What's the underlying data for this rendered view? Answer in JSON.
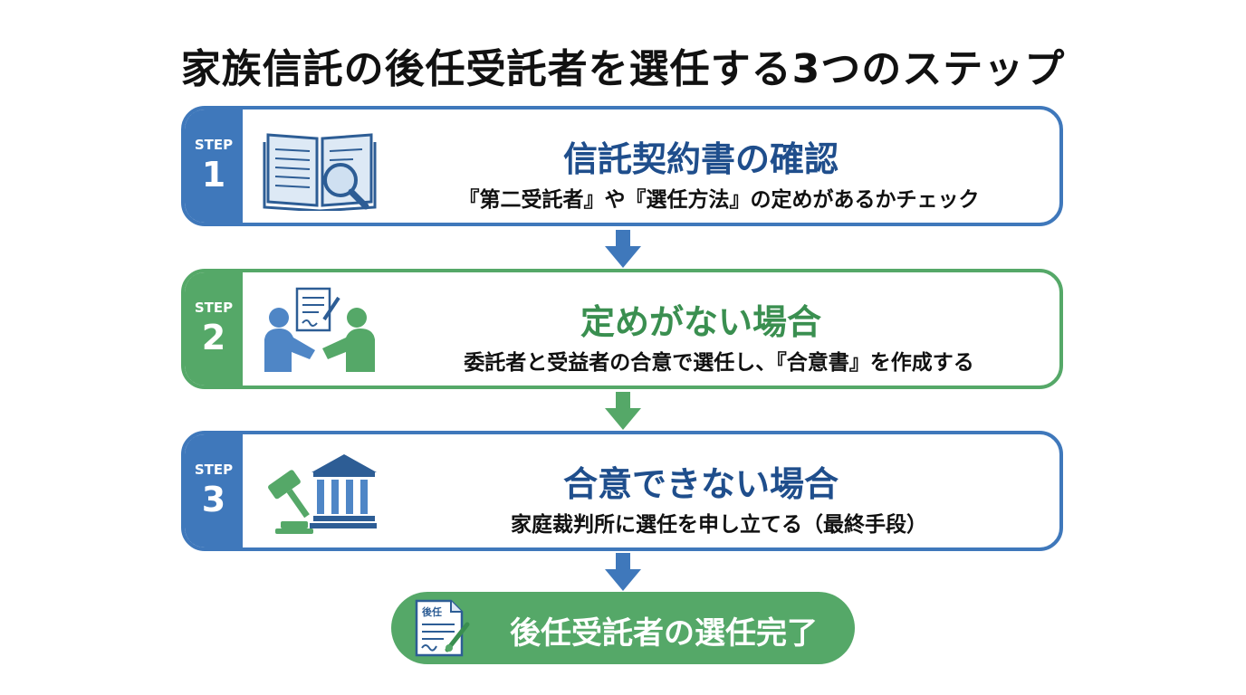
{
  "title": "家族信託の後任受託者を選任する3つのステップ",
  "steps": [
    {
      "word": "STEP",
      "number": "1",
      "heading": "信託契約書の確認",
      "description": "『第二受託者』や『選任方法』の定めがあるかチェック",
      "icon": "book-magnifier-icon",
      "color": "#3f78bb"
    },
    {
      "word": "STEP",
      "number": "2",
      "heading": "定めがない場合",
      "description": "委託者と受益者の合意で選任し、『合意書』を作成する",
      "icon": "handshake-document-icon",
      "color": "#55a868"
    },
    {
      "word": "STEP",
      "number": "3",
      "heading": "合意できない場合",
      "description": "家庭裁判所に選任を申し立てる（最終手段）",
      "icon": "gavel-courthouse-icon",
      "color": "#3f78bb"
    }
  ],
  "final": {
    "doc_label": "後任",
    "label": "後任受託者の選任完了",
    "icon": "signed-document-icon",
    "color": "#55a868"
  }
}
